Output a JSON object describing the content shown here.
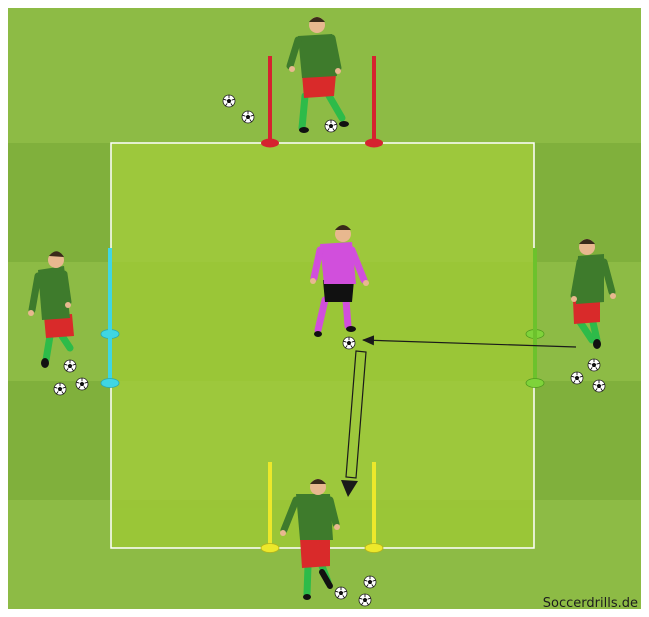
{
  "credit": "Soccerdrills.de",
  "colors": {
    "grass_light": "#8dbb45",
    "grass_dark": "#80b03c",
    "square_fill": "#a2cc3c",
    "line": "#ffffff",
    "gate_red": "#d5232f",
    "gate_cyan": "#3fd6e3",
    "gate_green": "#7ed33a",
    "gate_yellow": "#ece82b",
    "attacker_shirt": "#3e7b2c",
    "attacker_shorts": "#d92a2a",
    "attacker_socks": "#2dbb49",
    "defender_shirt": "#d14fdc",
    "defender_shorts": "#111111",
    "arrow": "#1a1a1a"
  },
  "players": [
    {
      "id": "top",
      "role": "attacker"
    },
    {
      "id": "left",
      "role": "attacker"
    },
    {
      "id": "right",
      "role": "attacker"
    },
    {
      "id": "bottom",
      "role": "attacker"
    },
    {
      "id": "center",
      "role": "defender"
    }
  ],
  "gates": [
    "red",
    "cyan",
    "green",
    "yellow"
  ]
}
